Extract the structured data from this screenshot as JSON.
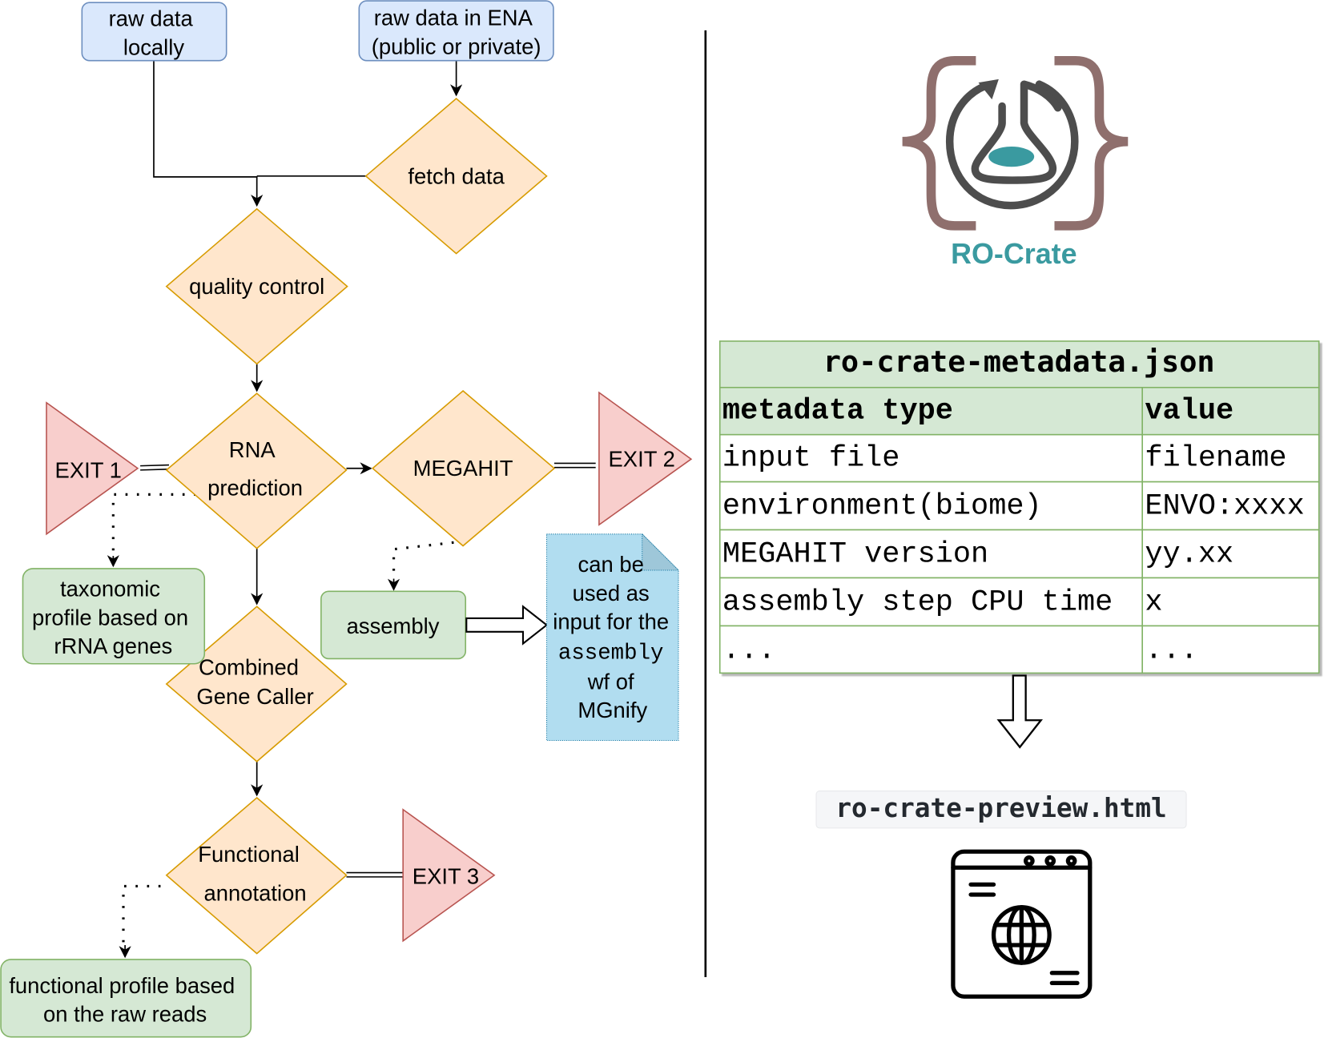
{
  "flowchart": {
    "inputs": {
      "local": [
        "raw data",
        "locally"
      ],
      "ena": [
        "raw data in ENA",
        "(public or private)"
      ]
    },
    "steps": {
      "fetch": [
        "fetch data"
      ],
      "qc": [
        "quality control"
      ],
      "rna": [
        "RNA",
        "prediction"
      ],
      "megahit": [
        "MEGAHIT"
      ],
      "cgc": [
        "Combined",
        "Gene Caller"
      ],
      "functional": [
        "Functional",
        "annotation"
      ]
    },
    "exits": {
      "exit1": "EXIT 1",
      "exit2": "EXIT 2",
      "exit3": "EXIT 3"
    },
    "outputs": {
      "taxonomic": [
        "taxonomic",
        "profile based on",
        "rRNA genes"
      ],
      "assembly": [
        "assembly"
      ],
      "functional_profile": [
        "functional profile based",
        "on the raw reads"
      ]
    },
    "note": {
      "lines": [
        "can be",
        "used as",
        "input for the",
        "assembly",
        "wf of",
        "MGnify"
      ],
      "mono_line_index": 3
    }
  },
  "ro_crate": {
    "logo_text": "RO-Crate",
    "colors": {
      "brace": "#8f6f6d",
      "flask": "#4d4d4d",
      "liquid": "#3a9aa0",
      "text": "#3a9aa0"
    }
  },
  "metadata_table": {
    "title": "ro-crate-metadata.json",
    "columns": [
      "metadata type",
      "value"
    ],
    "rows": [
      [
        "input file",
        "filename"
      ],
      [
        "environment(biome)",
        "ENVO:xxxx"
      ],
      [
        "MEGAHIT version",
        "yy.xx"
      ],
      [
        "assembly step CPU time",
        "x"
      ],
      [
        "...",
        "..."
      ]
    ]
  },
  "preview": {
    "filename": "ro-crate-preview.html"
  }
}
